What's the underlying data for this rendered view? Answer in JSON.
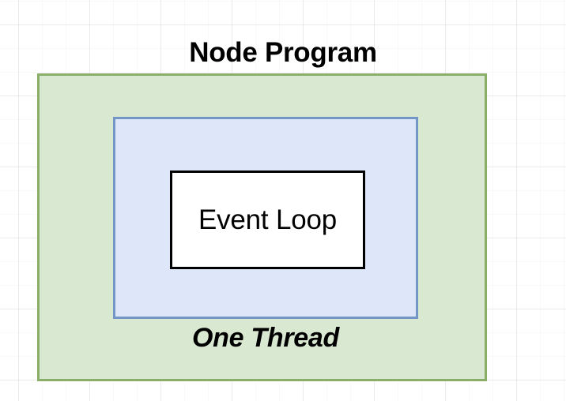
{
  "diagram": {
    "title": "Node Program",
    "outer_box": {
      "label": "Node Program",
      "fill_color": "#d9e8d0",
      "border_color": "#8aae68"
    },
    "middle_box": {
      "label": "One Thread",
      "fill_color": "#dee7f9",
      "border_color": "#7396c6"
    },
    "inner_box": {
      "label": "Event Loop",
      "fill_color": "#ffffff",
      "border_color": "#000000"
    },
    "caption": "One Thread",
    "background": {
      "color": "#ffffff",
      "grid": "true"
    }
  }
}
